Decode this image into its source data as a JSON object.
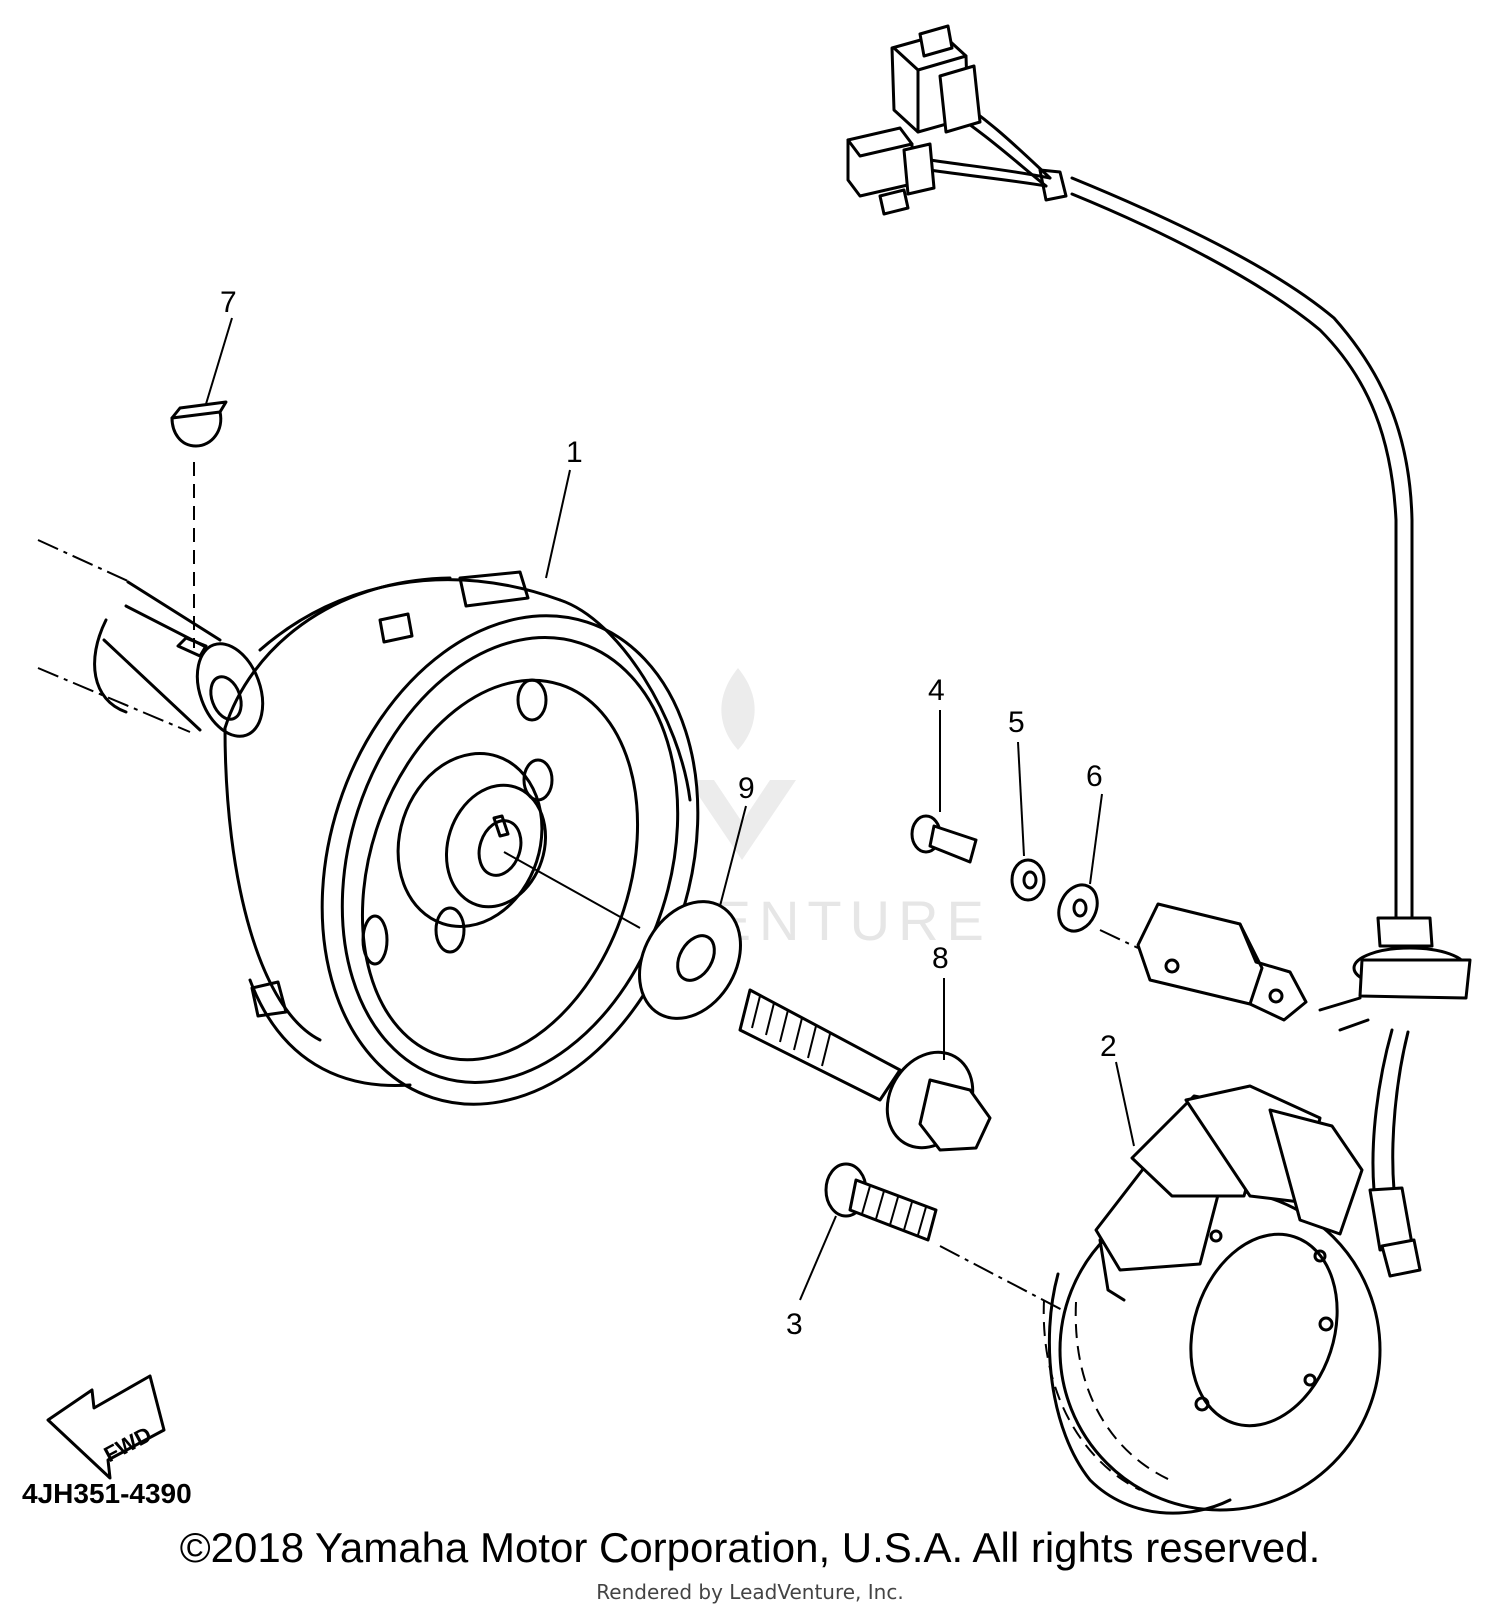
{
  "diagram": {
    "callouts": {
      "c1": "1",
      "c2": "2",
      "c3": "3",
      "c4": "4",
      "c5": "5",
      "c6": "6",
      "c7": "7",
      "c8": "8",
      "c9": "9"
    },
    "fwd_label": "FWD",
    "watermark_text": "LEADVENTURE"
  },
  "footer": {
    "part_code": "4JH351-4390",
    "copyright": "©2018 Yamaha Motor Corporation, U.S.A. All rights reserved.",
    "rendered_by": "Rendered by LeadVenture, Inc."
  }
}
